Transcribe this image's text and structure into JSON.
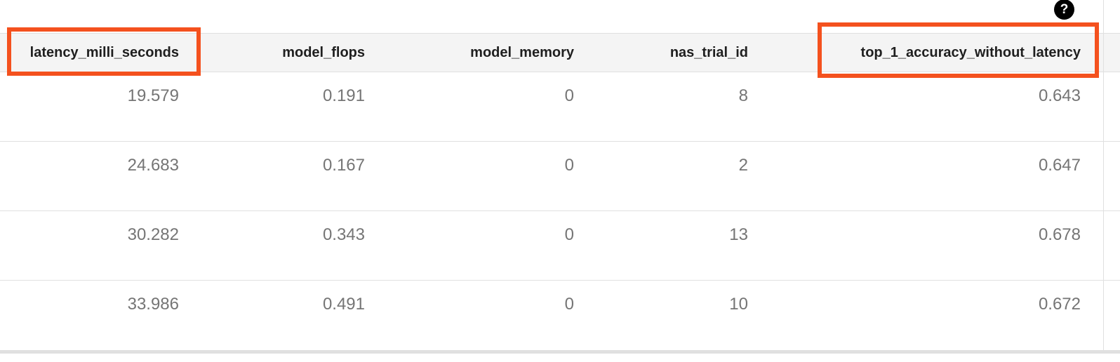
{
  "help": {
    "glyph": "?"
  },
  "table": {
    "columns": [
      {
        "key": "latency_milli_seconds",
        "label": "latency_milli_seconds",
        "highlighted": true
      },
      {
        "key": "model_flops",
        "label": "model_flops",
        "highlighted": false
      },
      {
        "key": "model_memory",
        "label": "model_memory",
        "highlighted": false
      },
      {
        "key": "nas_trial_id",
        "label": "nas_trial_id",
        "highlighted": false
      },
      {
        "key": "top_1_accuracy_without_latency",
        "label": "top_1_accuracy_without_latency",
        "highlighted": true
      }
    ],
    "rows": [
      [
        "19.579",
        "0.191",
        "0",
        "8",
        "0.643"
      ],
      [
        "24.683",
        "0.167",
        "0",
        "2",
        "0.647"
      ],
      [
        "30.282",
        "0.343",
        "0",
        "13",
        "0.678"
      ],
      [
        "33.986",
        "0.491",
        "0",
        "10",
        "0.672"
      ]
    ]
  },
  "colors": {
    "highlight": "#f4511e",
    "header_bg": "#f4f4f4",
    "divider": "#e0e0e0",
    "header_text": "#1f1f1f",
    "cell_text": "#757575",
    "help_bg": "#000000",
    "help_fg": "#ffffff"
  }
}
